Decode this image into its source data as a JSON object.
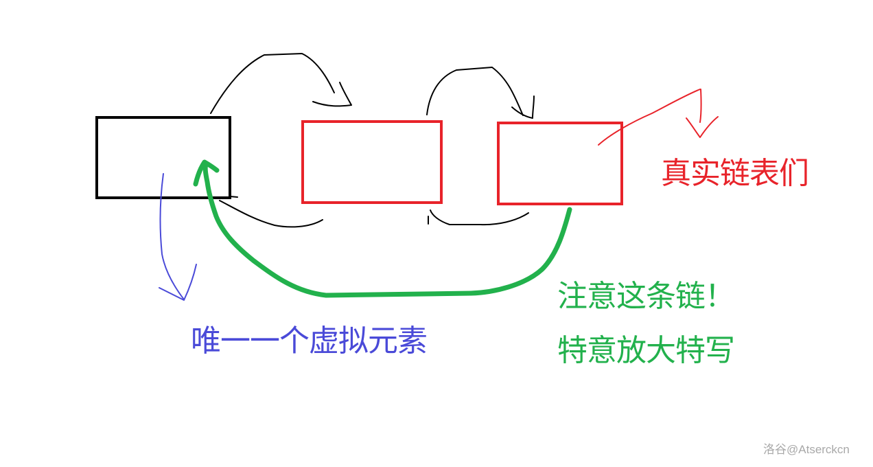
{
  "labels": {
    "real_chain": "真实链表们",
    "virtual_element": "唯一一个虚拟元素",
    "attention": "注意这条链！",
    "zoom": "特意放大特写"
  },
  "watermark": "洛谷@Atserckcn",
  "colors": {
    "background": "#ffffff",
    "virtual_node": "#000000",
    "real_node": "#e8232a",
    "links": "#000000",
    "virtual_label": "#4a4ad8",
    "circular_link": "#22b14c",
    "watermark": "#a8a8a8"
  },
  "nodes": [
    {
      "id": "virtual",
      "kind": "virtual"
    },
    {
      "id": "real-1",
      "kind": "real"
    },
    {
      "id": "real-2",
      "kind": "real"
    }
  ]
}
